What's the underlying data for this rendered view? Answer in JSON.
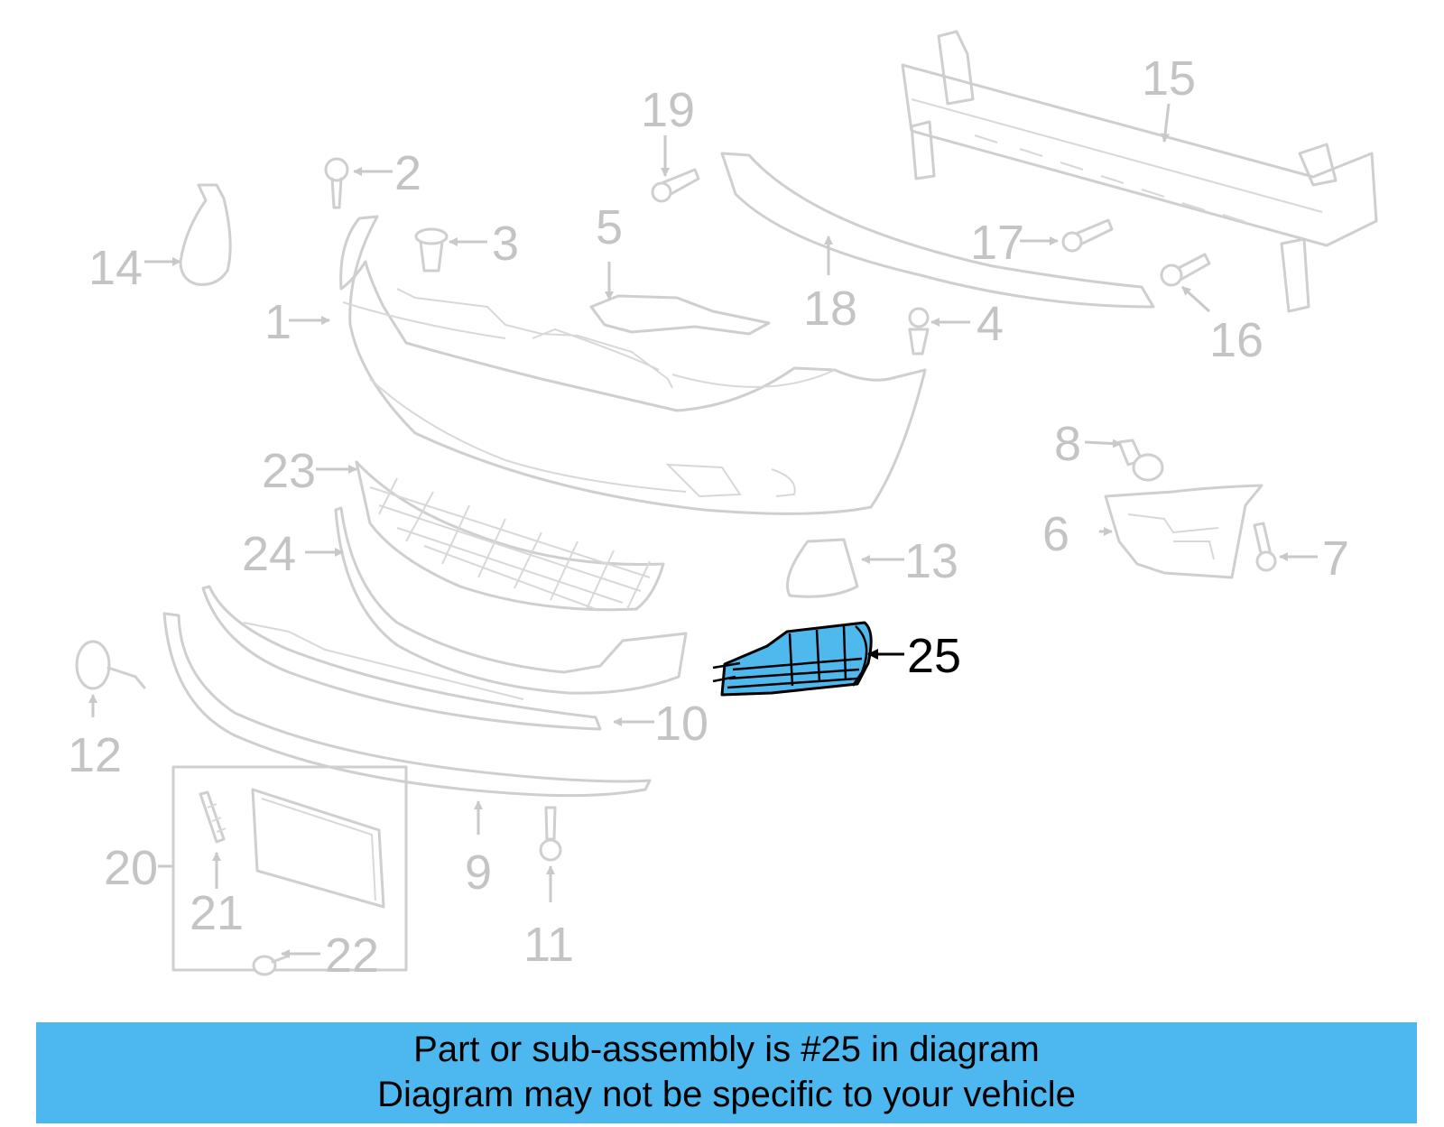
{
  "callouts": {
    "c1": "1",
    "c2": "2",
    "c3": "3",
    "c4": "4",
    "c5": "5",
    "c6": "6",
    "c7": "7",
    "c8": "8",
    "c9": "9",
    "c10": "10",
    "c11": "11",
    "c12": "12",
    "c13": "13",
    "c14": "14",
    "c15": "15",
    "c16": "16",
    "c17": "17",
    "c18": "18",
    "c19": "19",
    "c20": "20",
    "c21": "21",
    "c22": "22",
    "c23": "23",
    "c24": "24",
    "c25": "25"
  },
  "highlighted_part": "25",
  "colors": {
    "highlight_fill": "#4fb8ec",
    "banner_background": "#4db8f0",
    "faded_lines": "#c9c9c9"
  },
  "banner": {
    "line1": "Part or sub-assembly is #25 in diagram",
    "line2": "Diagram may not be specific to your vehicle"
  }
}
